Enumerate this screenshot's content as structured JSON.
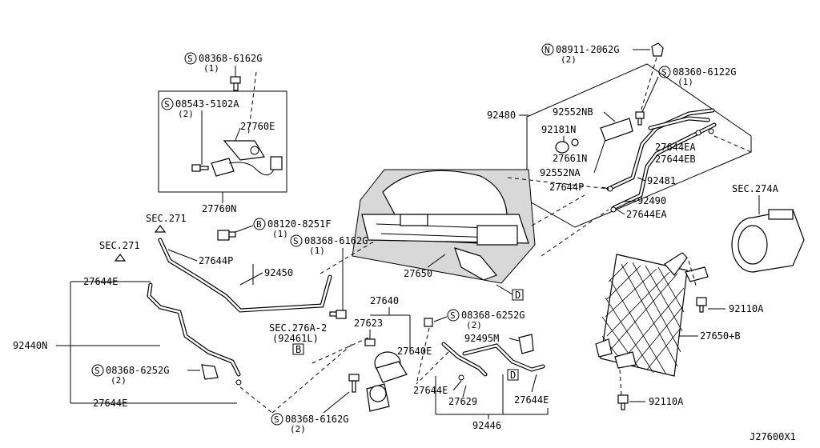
{
  "diagram": {
    "drawing_no": "J27600X1",
    "parts": {
      "p27760N": "27760N",
      "p27760E": "27760E",
      "p92480": "92480",
      "p92552NB": "92552NB",
      "p92181N": "92181N",
      "p27661N": "27661N",
      "p92552NA": "92552NA",
      "p27644P_top": "27644P",
      "p27644EA_1": "27644EA",
      "p27644EB": "27644EB",
      "p92481": "92481",
      "p92490": "92490",
      "p27644EA_2": "27644EA",
      "pSEC274A": "SEC.274A",
      "p27650": "27650",
      "p27644P_mid": "27644P",
      "p92450": "92450",
      "pSEC271_a": "SEC.271",
      "pSEC271_b": "SEC.271",
      "p27644E_left": "27644E",
      "p92440N": "92440N",
      "p27644E_bottom": "27644E",
      "pSEC276A": "SEC.276A-2",
      "p92461L": "(92461L)",
      "p27640": "27640",
      "p27623": "27623",
      "p27640E": "27640E",
      "p92495M": "92495M",
      "p27644E_c": "27644E",
      "p27629": "27629",
      "p27644E_r": "27644E",
      "p92446": "92446",
      "p92110A_1": "92110A",
      "p27650B": "27650+B",
      "p92110A_2": "92110A",
      "refB": "B",
      "refD1": "D",
      "refD2": "D"
    },
    "fasteners": {
      "f1": {
        "prefix": "S",
        "code": "08368-6162G",
        "qty": "(1)"
      },
      "f2": {
        "prefix": "S",
        "code": "08543-5102A",
        "qty": "(2)"
      },
      "f3": {
        "prefix": "N",
        "code": "08911-2062G",
        "qty": "(2)"
      },
      "f4": {
        "prefix": "S",
        "code": "08360-6122G",
        "qty": "(1)"
      },
      "f5": {
        "prefix": "B",
        "code": "08120-8251F",
        "qty": "(1)"
      },
      "f6": {
        "prefix": "S",
        "code": "08368-6162G",
        "qty": "(1)"
      },
      "f7": {
        "prefix": "S",
        "code": "08368-6252G",
        "qty": "(2)"
      },
      "f8": {
        "prefix": "S",
        "code": "08368-6252G",
        "qty": "(2)"
      },
      "f9": {
        "prefix": "S",
        "code": "08368-6162G",
        "qty": "(2)"
      }
    }
  }
}
